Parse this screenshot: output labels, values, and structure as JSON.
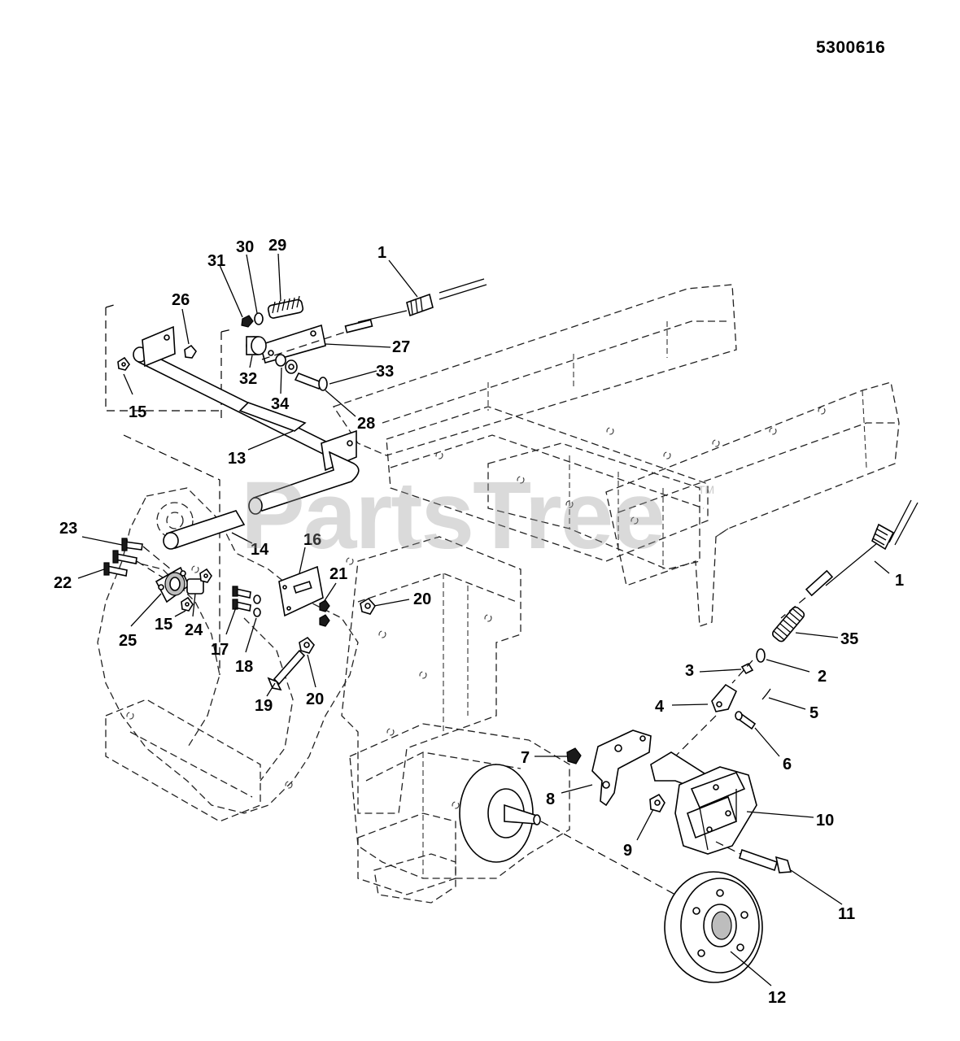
{
  "diagram_id": "5300616",
  "watermark": "PartsTree",
  "watermark_tm": "TM",
  "callouts": [
    "1",
    "1",
    "2",
    "3",
    "4",
    "5",
    "6",
    "7",
    "8",
    "9",
    "10",
    "11",
    "12",
    "13",
    "14",
    "15",
    "15",
    "16",
    "17",
    "18",
    "19",
    "20",
    "20",
    "21",
    "22",
    "23",
    "24",
    "25",
    "26",
    "27",
    "28",
    "29",
    "30",
    "31",
    "32",
    "33",
    "34",
    "35"
  ]
}
